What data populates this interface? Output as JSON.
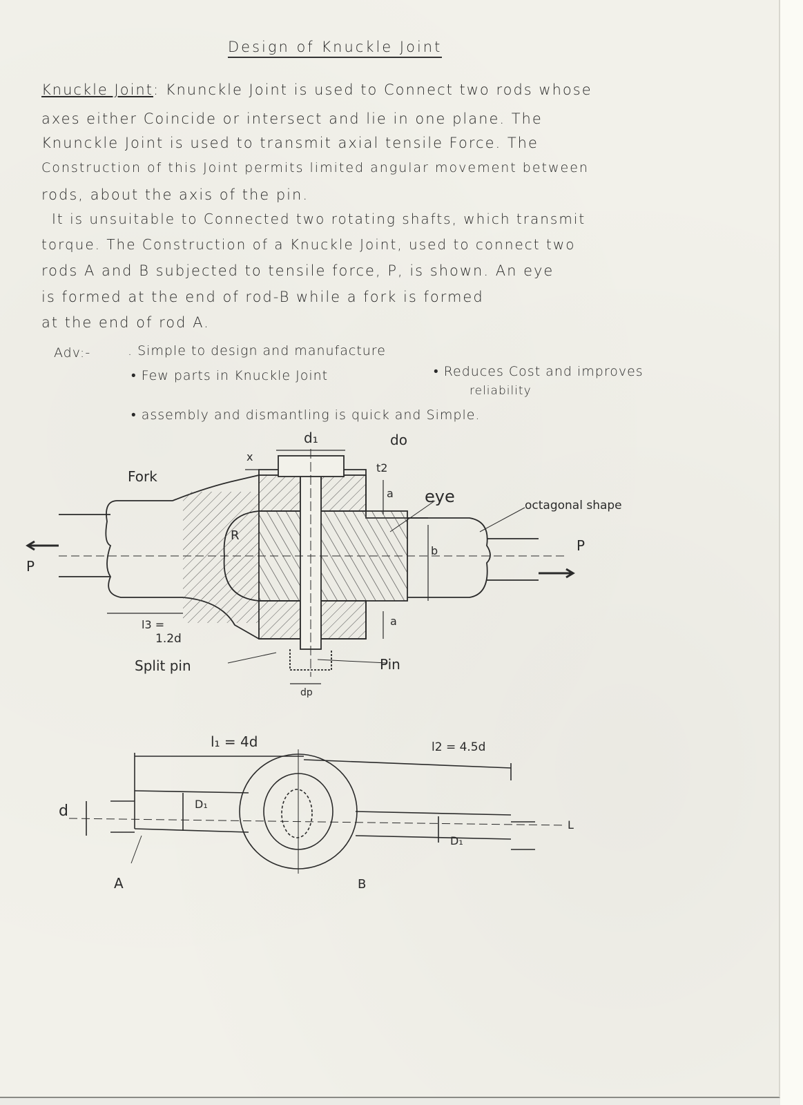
{
  "document": {
    "title": "Design of Knuckle Joint",
    "definition_heading": "Knuckle Joint",
    "paragraph_lines": [
      ": Knunckle Joint is used to Connect two rods whose",
      "axes either Coincide or intersect and lie in one plane. The",
      "Knunckle Joint is used to transmit axial tensile Force. The",
      "Construction of this Joint permits limited angular movement between",
      "rods, about the axis of the pin.",
      "It is unsuitable to Connected two rotating shafts, which transmit",
      "torque. The Construction of a Knuckle Joint, used to connect two",
      "rods A and B subjected to tensile force, P, is shown. An eye",
      "is formed at the end of rod-B while a fork is formed",
      "at the end of rod A."
    ],
    "advantages": {
      "label": "Adv:-",
      "items": [
        ". Simple to design and manufacture",
        "• Few parts in Knuckle Joint",
        "• Reduces Cost and improves",
        "reliability",
        "• assembly and dismantling is quick and Simple."
      ]
    }
  },
  "diagram1": {
    "labels": {
      "fork": "Fork",
      "eye": "eye",
      "octagonal": "octagonal shape",
      "p_left": "P",
      "p_right": "P",
      "d1": "d₁",
      "do": "do",
      "x": "x",
      "t2": "t2",
      "a_top": "a",
      "a_bottom": "a",
      "b": "b",
      "r": "R",
      "l3": "l3 =",
      "l3_value": "1.2d",
      "split_pin": "Split pin",
      "pin": "Pin",
      "dp": "dp"
    }
  },
  "diagram2": {
    "labels": {
      "l1": "l₁ = 4d",
      "l2": "l2 = 4.5d",
      "d": "d",
      "D1_left": "D₁",
      "D1_right": "D₁",
      "A": "A",
      "B": "B",
      "L": "L"
    }
  },
  "colors": {
    "paper": "#f2f1ea",
    "ink": "#2a2a2a"
  }
}
